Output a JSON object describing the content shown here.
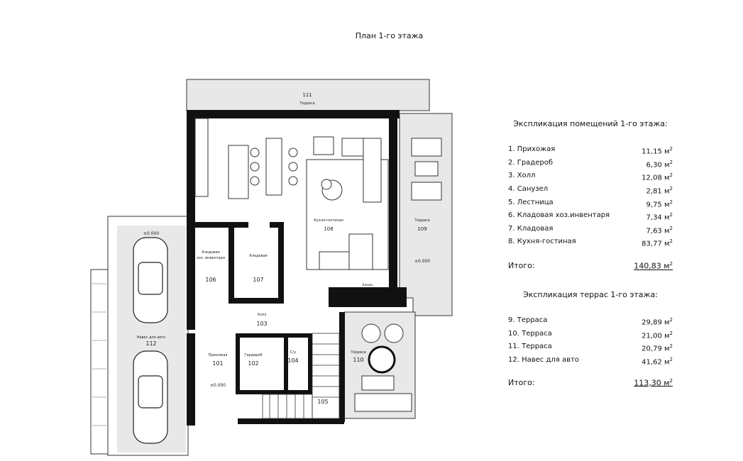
{
  "title": "План 1-го этажа",
  "unit": "м",
  "rooms_table": {
    "heading": "Экспликация помещений 1-го этажа:",
    "rows": [
      {
        "name": "1. Прихожая",
        "area": "11,15 м"
      },
      {
        "name": "2. Градероб",
        "area": "6,30 м"
      },
      {
        "name": "3. Холл",
        "area": "12,08 м"
      },
      {
        "name": "4. Санузел",
        "area": "2,81 м"
      },
      {
        "name": "5. Лестница",
        "area": "9,75 м"
      },
      {
        "name": "6. Кладовая хоз.инвентаря",
        "area": "7,34 м"
      },
      {
        "name": "7. Кладовая",
        "area": "7,63 м"
      },
      {
        "name": "8. Кухня-гостиная",
        "area": "83,77 м"
      }
    ],
    "total_label": "Итого:",
    "total": "140,83 м"
  },
  "terraces_table": {
    "heading": "Экспликация террас 1-го этажа:",
    "rows": [
      {
        "name": "9. Терраса",
        "area": "29,89 м"
      },
      {
        "name": "10. Терраса",
        "area": "21,00 м"
      },
      {
        "name": "11. Терраса",
        "area": "20,79 м"
      },
      {
        "name": "12. Навес для авто",
        "area": "41,62 м"
      }
    ],
    "total_label": "Итого:",
    "total": "113,30 м"
  },
  "plan_labels": {
    "t111_num": "111",
    "t111_name": "Терраса",
    "r108_name": "Кухня-гостиная",
    "r108_num": "108",
    "t109_name": "Терраса",
    "t109_num": "109",
    "t109_level": "±0.000",
    "r106_name1": "Кладовая",
    "r106_name2": "хоз. инвентаря",
    "r106_num": "106",
    "r107_name": "Кладовая",
    "r107_num": "107",
    "fireplace": "Камин",
    "r103_name": "Холл",
    "r103_num": "103",
    "r101_name": "Прихожая",
    "r101_num": "101",
    "r101_level": "±0.000",
    "r102_name": "Гардероб",
    "r102_num": "102",
    "r104_name": "С/у",
    "r104_num": "104",
    "r105_num": "105",
    "t110_name": "Терраса",
    "t110_num": "110",
    "c112_level": "±0.000",
    "c112_name": "Навес для авто",
    "c112_num": "112"
  },
  "superscript": "2"
}
